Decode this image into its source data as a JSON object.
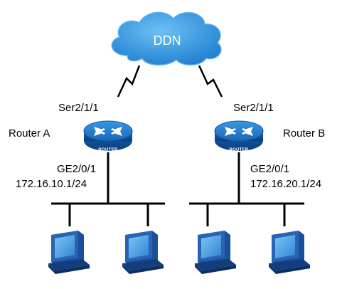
{
  "cloud": {
    "label": "DDN"
  },
  "router_a": {
    "name": "Router A",
    "serial_interface": "Ser2/1/1",
    "ge_interface": "GE2/0/1",
    "ip": "172.16.10.1/24",
    "badge": "ROUTER"
  },
  "router_b": {
    "name": "Router B",
    "serial_interface": "Ser2/1/1",
    "ge_interface": "GE2/0/1",
    "ip": "172.16.20.1/24",
    "badge": "ROUTER"
  },
  "colors": {
    "cloud": "#2e8fd6",
    "router_top": "#1f78c8",
    "router_body": "#0d4f9a",
    "pc_body": "#1a4f9c",
    "pc_screen": "#4aa0e6",
    "link": "#000000"
  },
  "icons": [
    "cloud-icon",
    "router-icon",
    "pc-icon"
  ]
}
